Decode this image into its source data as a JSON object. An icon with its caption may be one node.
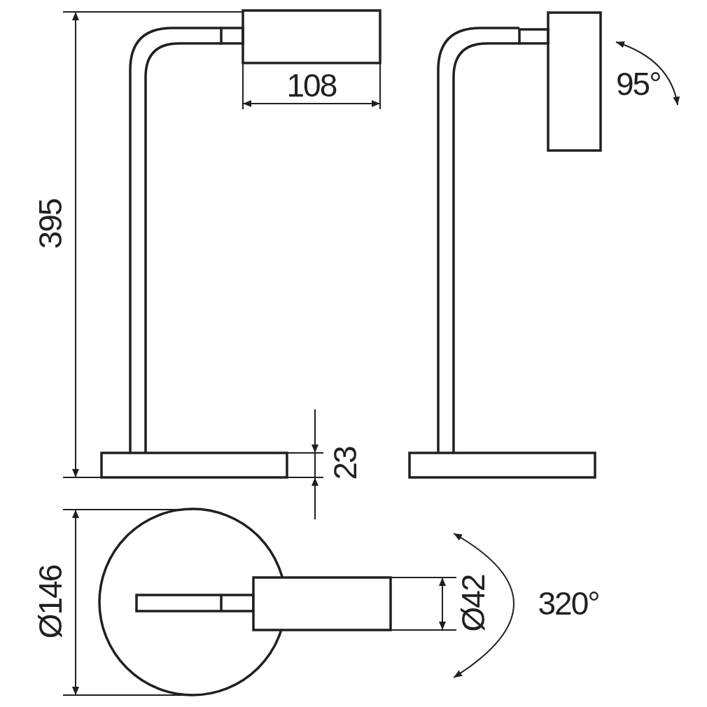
{
  "diagram": {
    "labels": [
      "108",
      "395",
      "95°",
      "23",
      "Ø146",
      "Ø42",
      "320°"
    ]
  }
}
